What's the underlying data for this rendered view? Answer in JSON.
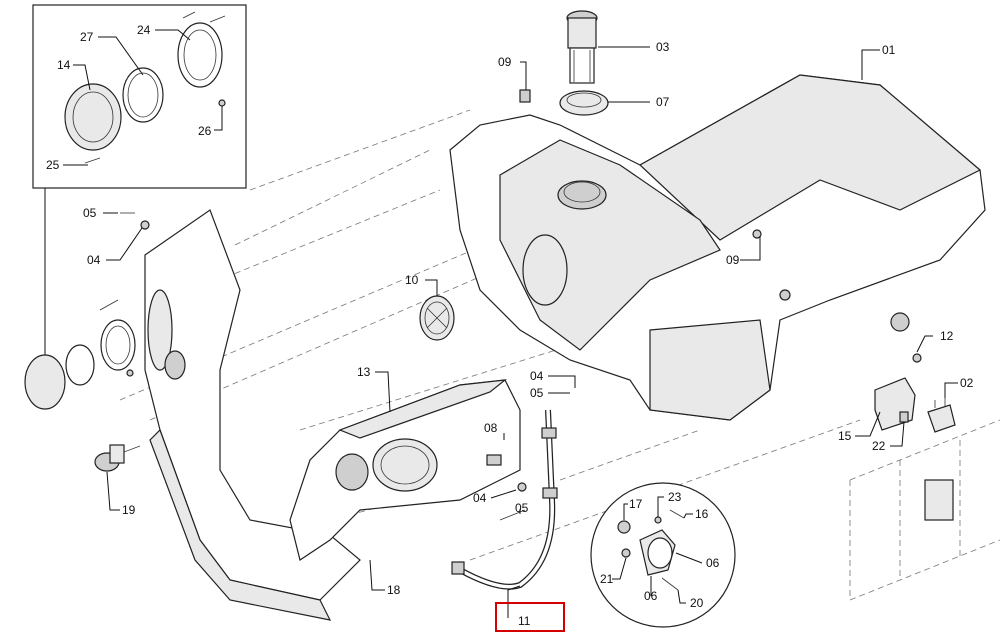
{
  "diagram": {
    "callouts": {
      "c01": "01",
      "c02": "02",
      "c03": "03",
      "c04a": "04",
      "c04b": "04",
      "c04c": "04",
      "c05a": "05",
      "c05b": "05",
      "c05c": "05",
      "c06a": "06",
      "c06b": "06",
      "c07": "07",
      "c08": "08",
      "c09a": "09",
      "c09b": "09",
      "c10": "10",
      "c11": "11",
      "c12": "12",
      "c13": "13",
      "c14": "14",
      "c15": "15",
      "c16": "16",
      "c17": "17",
      "c18": "18",
      "c19": "19",
      "c20": "20",
      "c21": "21",
      "c22": "22",
      "c23": "23",
      "c24": "24",
      "c25": "25",
      "c26": "26",
      "c27": "27"
    },
    "highlight_color": "#d40000"
  }
}
